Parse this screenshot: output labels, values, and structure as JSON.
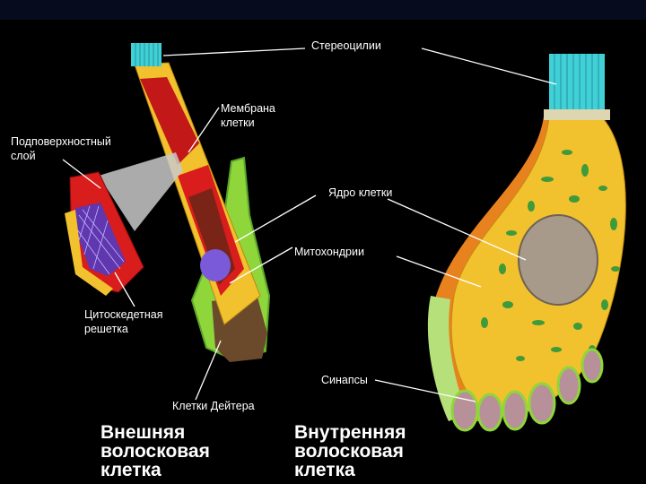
{
  "labels": {
    "stereocilia": "Стереоцилии",
    "membrane_1": "Мембрана",
    "membrane_2": "клетки",
    "subsurface_1": "Подповерхностный",
    "subsurface_2": "слой",
    "nucleus": "Ядро клетки",
    "mitochondria": "Митохондрии",
    "cytoskeletal_1": "Цитоскедетная",
    "cytoskeletal_2": "решетка",
    "synapses": "Синапсы",
    "deiters": "Клетки Дейтера"
  },
  "captions": {
    "outer": [
      "Внешняя",
      "волосковая",
      "клетка"
    ],
    "inner": [
      "Внутренняя",
      "волосковая",
      "клетка"
    ]
  },
  "colors": {
    "background": "#000000",
    "top_bar": "#070b1e",
    "cell_yellow": "#f2c12e",
    "membrane_red": "#d91c1c",
    "stereocilia_cyan": "#3fd0d8",
    "nucleus_gray": "#a79a8a",
    "mitochondria_green": "#3f9a3a",
    "deiters_green": "#8ed63a",
    "synapse_mauve": "#b8909a",
    "outer_membrane_orange": "#e8821e",
    "nucleus_purple": "#7a5ad8",
    "cytoskeleton_blue": "#4a3cc8"
  }
}
